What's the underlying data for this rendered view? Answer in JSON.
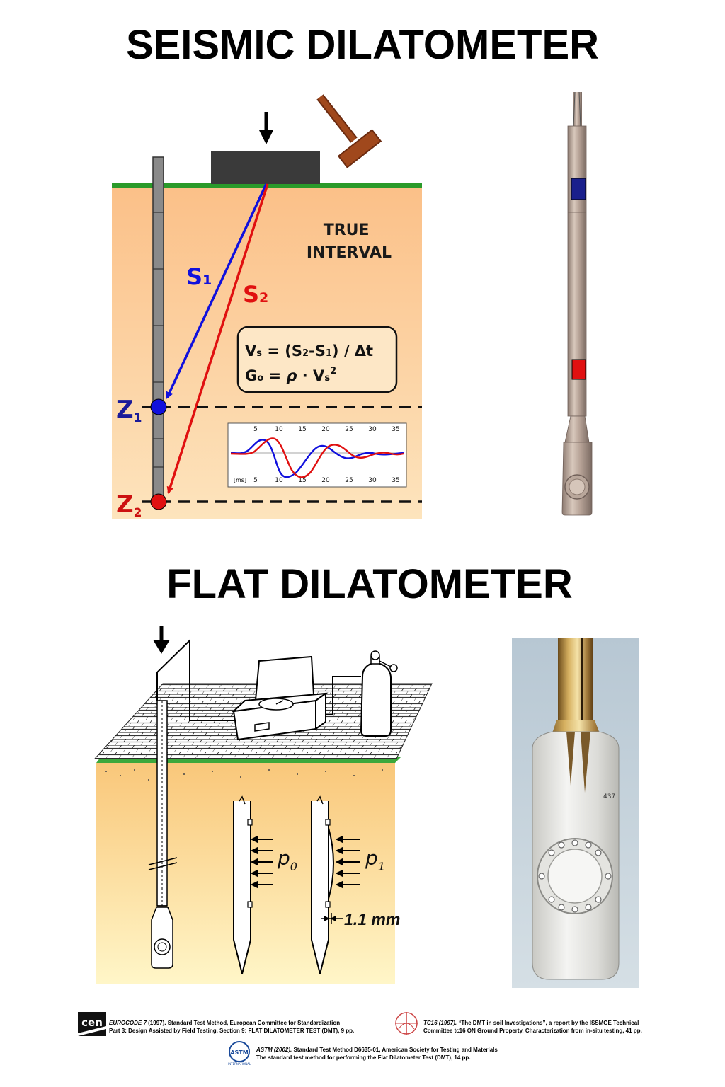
{
  "seismic": {
    "title": "SEISMIC DILATOMETER",
    "true_interval_line1": "TRUE",
    "true_interval_line2": "INTERVAL",
    "s1_letter": "S",
    "s1_sub": "1",
    "s2_letter": "S",
    "s2_sub": "2",
    "formula_vs_lhs": "V",
    "formula_vs_lhs_sub": "s",
    "formula_vs_rhs_a": " = (S",
    "formula_vs_rhs_sub2": "2",
    "formula_vs_rhs_b": "-S",
    "formula_vs_rhs_sub1": "1",
    "formula_vs_rhs_c": ") / Δt",
    "formula_g_lhs": "G",
    "formula_g_lhs_sub": "o",
    "formula_g_rhs_a": " = ",
    "formula_g_rho": "ρ",
    "formula_g_rhs_b": " · V",
    "formula_g_rhs_sub": "s",
    "formula_g_sup": "2",
    "z1_letter": "Z",
    "z1_sub": "1",
    "z2_letter": "Z",
    "z2_sub": "2",
    "waveform": {
      "ticks": [
        "5",
        "10",
        "15",
        "20",
        "25",
        "30",
        "35"
      ],
      "unit_label": "[ms]"
    },
    "colors": {
      "s1": "#1010dd",
      "s2": "#e01010",
      "soil": "#fbc88a",
      "grass": "#2a9a2a"
    }
  },
  "flat": {
    "title": "FLAT DILATOMETER",
    "p0_letter": "p",
    "p0_sub": "0",
    "p1_letter": "p",
    "p1_sub": "1",
    "gap_label": "1.1 mm",
    "blade_number": "437"
  },
  "references": {
    "eurocode": {
      "logo_text": "cen",
      "name": "EUROCODE 7",
      "line1_rest": " (1997). Standard Test Method, European Committee for Standardization",
      "line2": "Part 3: Design Assisted by Field Testing, Section 9: FLAT DILATOMETER TEST (DMT), 9 pp."
    },
    "tc16": {
      "name": "TC16 (1997).",
      "line1_rest": " “The DMT in soil Investigations”, a report by the ISSMGE Technical",
      "line2": "Committee tc16 ON Ground Property, Characterization from in-situ testing, 41 pp."
    },
    "astm": {
      "logo_text": "ASTM",
      "logo_sub": "INTERNATIONAL",
      "name": "ASTM (2002).",
      "line1_rest": " Standard Test Method D6635-01, American Society for Testing and Materials",
      "line2": "The standard test method for performing the Flat Dilatometer Test (DMT), 14 pp."
    }
  }
}
